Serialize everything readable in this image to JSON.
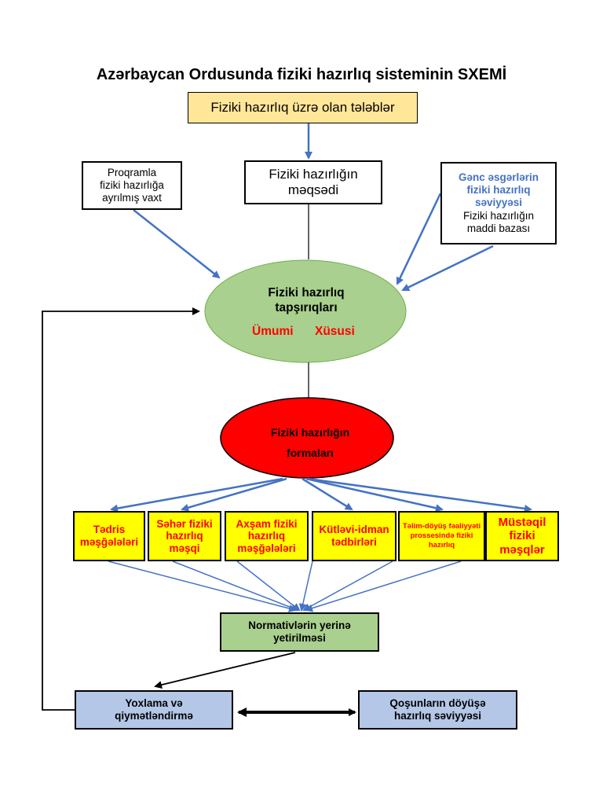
{
  "title": "Azərbaycan Ordusunda fiziki hazırlıq sisteminin SXEMİ",
  "colors": {
    "requirements_fill": "#ffe699",
    "tasks_fill": "#a9d08e",
    "forms_fill": "#ff0000",
    "form_box_fill": "#ffff00",
    "form_text": "#ff0000",
    "norm_fill": "#a9d08e",
    "eval_fill": "#b4c7e7",
    "arrow_blue": "#4472c4",
    "accent_text_blue": "#4472c4"
  },
  "nodes": {
    "requirements": "Fiziki hazırlıq üzrə olan tələblər",
    "goal": {
      "line1": "Fiziki hazırlığın",
      "line2": "məqsədi"
    },
    "time": {
      "line1": "Proqramla",
      "line2": "fiziki hazırlığa",
      "line3": "ayrılmış vaxt"
    },
    "level": {
      "blue_line1": "Gənc əsgərlərin",
      "blue_line2": "fiziki hazırlıq",
      "blue_line3": "səviyyəsi",
      "line4": "Fiziki hazırlığın",
      "line5": "maddi bazası"
    },
    "tasks": {
      "line1": "Fiziki hazırlıq",
      "line2": "tapşırıqları",
      "general": "Ümumi",
      "special": "Xüsusi"
    },
    "forms": {
      "line1": "Fiziki hazırlığın",
      "line2": "formaları"
    },
    "form_items": [
      {
        "label": "Tədris məşğələləri"
      },
      {
        "label": "Səhər fiziki hazırlıq məşqi"
      },
      {
        "label": "Axşam fiziki hazırlıq məşğələləri"
      },
      {
        "label": "Kütləvi-idman tədbirləri"
      },
      {
        "label": "Təlim-döyüş fəaliyyəti prossesində fiziki hazırlıq"
      },
      {
        "label": "Müstəqil fiziki məşqlər"
      }
    ],
    "norms": {
      "line1": "Normativlərin yerinə",
      "line2": "yetirilməsi"
    },
    "evaluation": {
      "line1": "Yoxlama və",
      "line2": "qiymətləndirmə"
    },
    "readiness": {
      "line1": "Qoşunların döyüşə",
      "line2": "hazırlıq səviyyəsi"
    }
  }
}
